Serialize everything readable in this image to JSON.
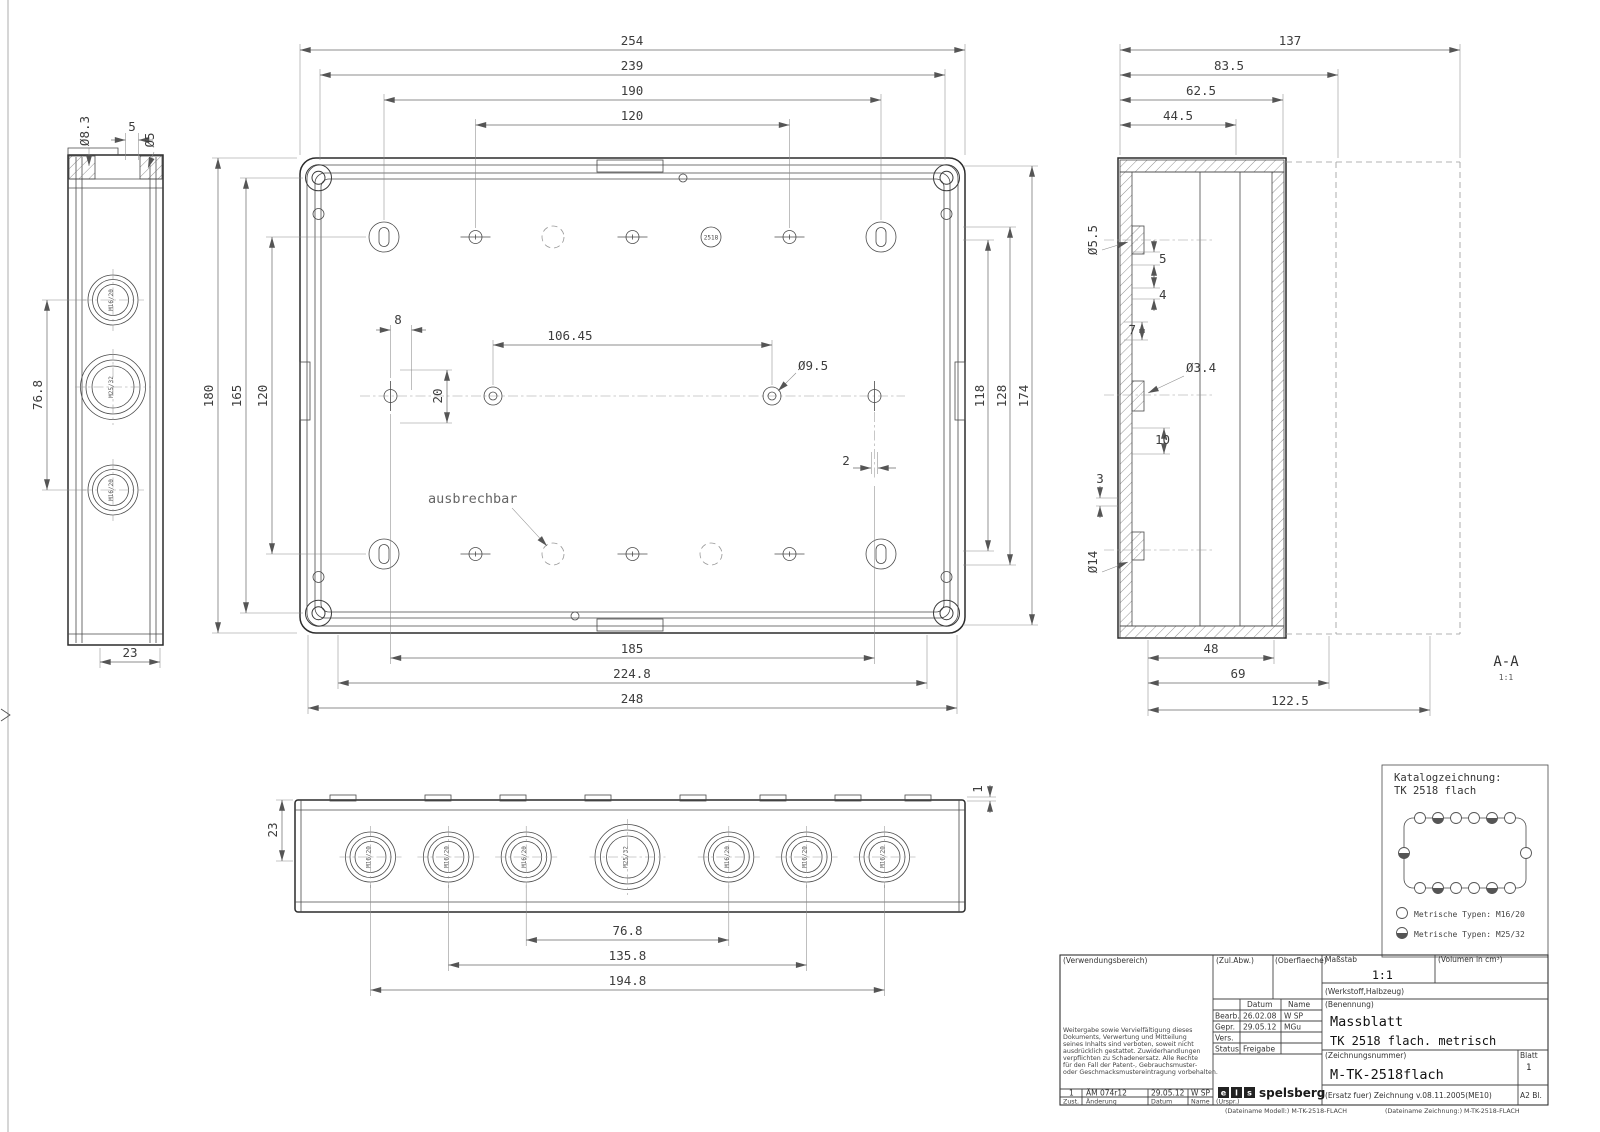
{
  "drawing": {
    "main_view": {
      "dim_254": "254",
      "dim_239": "239",
      "dim_190": "190",
      "dim_120_top": "120",
      "dim_180": "180",
      "dim_165": "165",
      "dim_120_left": "120",
      "dim_118": "118",
      "dim_128": "128",
      "dim_174": "174",
      "dim_185": "185",
      "dim_224_8": "224.8",
      "dim_248": "248",
      "dim_106_45": "106.45",
      "dim_d9_5": "Ø9.5",
      "dim_8": "8",
      "dim_20": "20",
      "dim_2": "2",
      "note_ausbrechbar": "ausbrechbar",
      "badge": "2518"
    },
    "left_view": {
      "dim_d8_3": "Ø8.3",
      "dim_5": "5",
      "dim_d5": "Ø5",
      "dim_76_8": "76.8",
      "dim_23": "23",
      "glands": [
        "M16/20",
        "M25/32",
        "M16/20"
      ]
    },
    "section_view": {
      "dim_137": "137",
      "dim_83_5": "83.5",
      "dim_62_5": "62.5",
      "dim_44_5": "44.5",
      "dim_d5_5": "Ø5.5",
      "dim_5": "5",
      "dim_4": "4",
      "dim_7": "7",
      "dim_d3_4": "Ø3.4",
      "dim_10": "10",
      "dim_3": "3",
      "dim_d14": "Ø14",
      "dim_48": "48",
      "dim_69": "69",
      "dim_122_5": "122.5",
      "label": "A-A",
      "scale": "1:1"
    },
    "bottom_view": {
      "dim_23": "23",
      "dim_1": "1",
      "dim_76_8": "76.8",
      "dim_135_8": "135.8",
      "dim_194_8": "194.8",
      "glands": [
        "M16/20",
        "M16/20",
        "M16/20",
        "M25/32",
        "M16/20",
        "M16/20",
        "M16/20"
      ]
    }
  },
  "katalog": {
    "title": "Katalogzeichnung:",
    "subtitle": "TK 2518 flach",
    "legend_m16": "Metrische Typen: M16/20",
    "legend_m25": "Metrische Typen: M25/32"
  },
  "titleblock": {
    "verwendungsbereich": "(Verwendungsbereich)",
    "zul_abw": "(Zul.Abw.)",
    "oberflaeche": "(Oberflaeche)",
    "massstab_label": "Maßstab",
    "massstab_value": "1:1",
    "volumen_label": "(Volumen in cm³)",
    "werkstoff_label": "(Werkstoff,Halbzeug)",
    "benennung_label": "(Benennung)",
    "benennung_line1": "Massblatt",
    "benennung_line2": "TK 2518 flach. metrisch",
    "zeichnungsnummer_label": "(Zeichnungsnummer)",
    "zeichnungsnummer": "M-TK-2518flach",
    "blatt_label": "Blatt",
    "blatt_value": "1",
    "blatt_format": "A2  Bl.",
    "ersatz": "(Ersatz fuer) Zeichnung v.08.11.2005(ME10)",
    "legal_lines": [
      "Weitergabe sowie Vervielfältigung dieses",
      "Dokuments, Verwertung und Mitteilung",
      "seines Inhalts sind verboten, soweit nicht",
      "ausdrücklich gestattet. Zuwiderhandlungen",
      "verpflichten zu Schadenersatz. Alle Rechte",
      "für den Fall der Patent-, Gebrauchsmuster-",
      "oder Geschmacksmustereintragung vorbehalten."
    ],
    "table": {
      "datum_h": "Datum",
      "name_h": "Name",
      "bearb_label": "Bearb.",
      "bearb_datum": "26.02.08",
      "bearb_name": "W SP",
      "gepr_label": "Gepr.",
      "gepr_datum": "29.05.12",
      "gepr_name": "MGu",
      "vers_label": "Vers.",
      "status_label": "Status",
      "status_value": "Freigabe"
    },
    "revision": {
      "zust_value": "1",
      "aenderung_value": "ÄM 074r12",
      "datum_value": "29.05.12",
      "name_value": "W SP",
      "zust_label": "Zust.",
      "aenderung_label": "Änderung",
      "datum_label": "Datum",
      "name_label": "Name",
      "urspr_label": "(Urspr.)"
    },
    "logo_text": "spelsberg",
    "logo_letters": [
      "e",
      "l",
      "s"
    ],
    "footer_model": "(Dateiname Modell:) M-TK-2518-FLACH",
    "footer_drawing": "(Dateiname Zeichnung:) M-TK-2518-FLACH"
  }
}
